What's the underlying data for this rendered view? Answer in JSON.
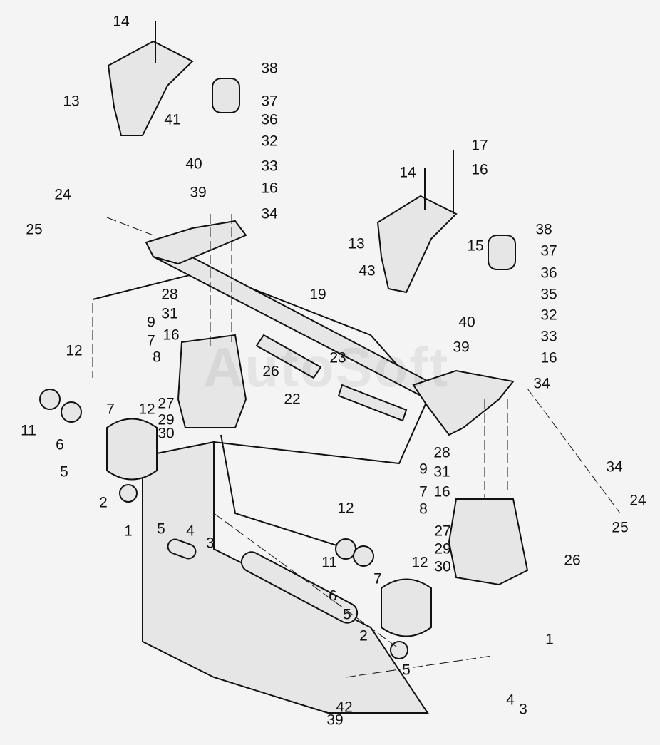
{
  "watermark": "AutoSoft",
  "labels": [
    "14",
    "13",
    "38",
    "37",
    "41",
    "36",
    "32",
    "40",
    "33",
    "39",
    "16",
    "24",
    "34",
    "25",
    "17",
    "14",
    "16",
    "13",
    "15",
    "38",
    "43",
    "37",
    "36",
    "19",
    "35",
    "28",
    "32",
    "31",
    "9",
    "16",
    "40",
    "33",
    "7",
    "39",
    "8",
    "16",
    "12",
    "23",
    "26",
    "34",
    "22",
    "27",
    "7",
    "12",
    "29",
    "11",
    "30",
    "6",
    "5",
    "2",
    "1",
    "5",
    "4",
    "3",
    "28",
    "9",
    "34",
    "31",
    "16",
    "7",
    "24",
    "12",
    "8",
    "25",
    "27",
    "11",
    "29",
    "12",
    "30",
    "26",
    "7",
    "6",
    "5",
    "2",
    "1",
    "5",
    "4",
    "3",
    "42",
    "39"
  ]
}
